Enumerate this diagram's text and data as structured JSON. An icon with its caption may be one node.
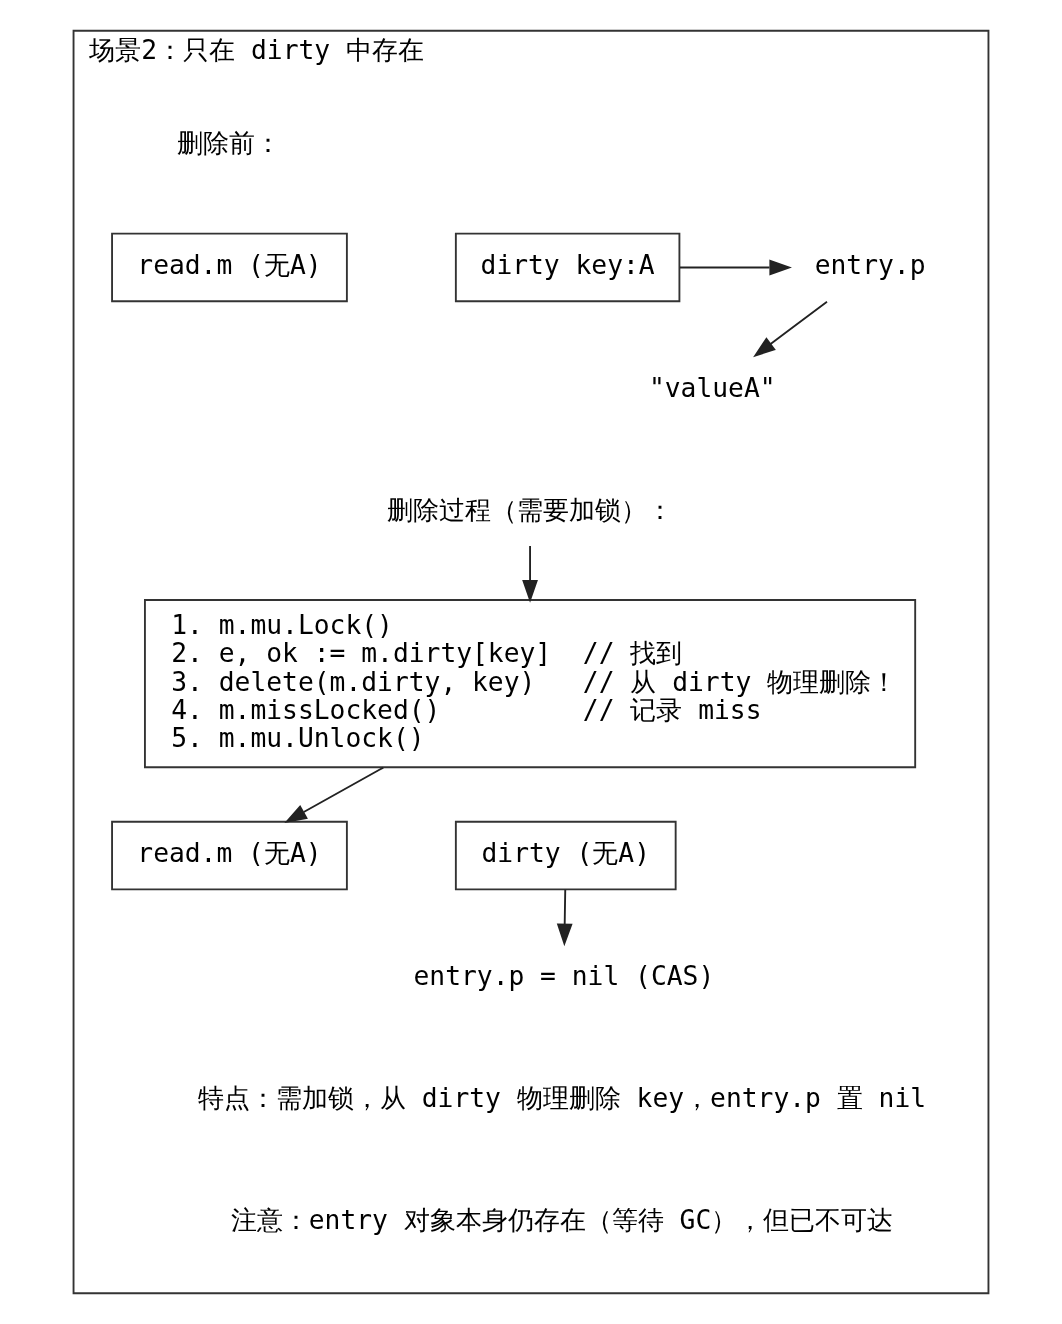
{
  "diagram": {
    "nodes": [
      {
        "text": [
          "场景2：只在 dirty 中存在"
        ]
      },
      {
        "text": [
          "read.m (无A)"
        ],
        "in": 0
      },
      {
        "text": [
          "dirty key:A"
        ],
        "in": 0
      },
      {
        "text": [
          "entry.p"
        ],
        "in": 0
      },
      {
        "text": [
          "\"valueA\""
        ],
        "in": 0
      },
      {
        "text": [
          "删除过程（需要加锁）："
        ],
        "in": 0
      },
      {
        "text": [
          "1. m.mu.Lock()",
          "2. e, ok := m.dirty[key]  // 找到",
          "3. delete(m.dirty, key)   // 从 dirty 物理删除！",
          "4. m.missLocked()         // 记录 miss",
          "5. m.mu.Unlock()"
        ],
        "in": 0
      },
      {
        "text": [
          "read.m (无A)"
        ],
        "in": 0
      },
      {
        "text": [
          "dirty (无A)"
        ],
        "in": 0
      },
      {
        "text": [
          "entry.p = nil (CAS)"
        ],
        "in": 0
      }
    ],
    "edges": [
      {
        "from": 2,
        "to": 3,
        "arrow": "to"
      },
      {
        "from": 3,
        "to": 4,
        "arrow": "to"
      },
      {
        "from": 5,
        "to": 6,
        "arrow": "to"
      },
      {
        "from": 6,
        "to": 7,
        "arrow": "to"
      },
      {
        "from": 8,
        "to": 9,
        "arrow": "to"
      }
    ],
    "labels": [
      "删除前：",
      "特点：需加锁，从 dirty 物理删除 key，entry.p 置 nil",
      "注意：entry 对象本身仍存在（等待 GC），但已不可达"
    ]
  }
}
